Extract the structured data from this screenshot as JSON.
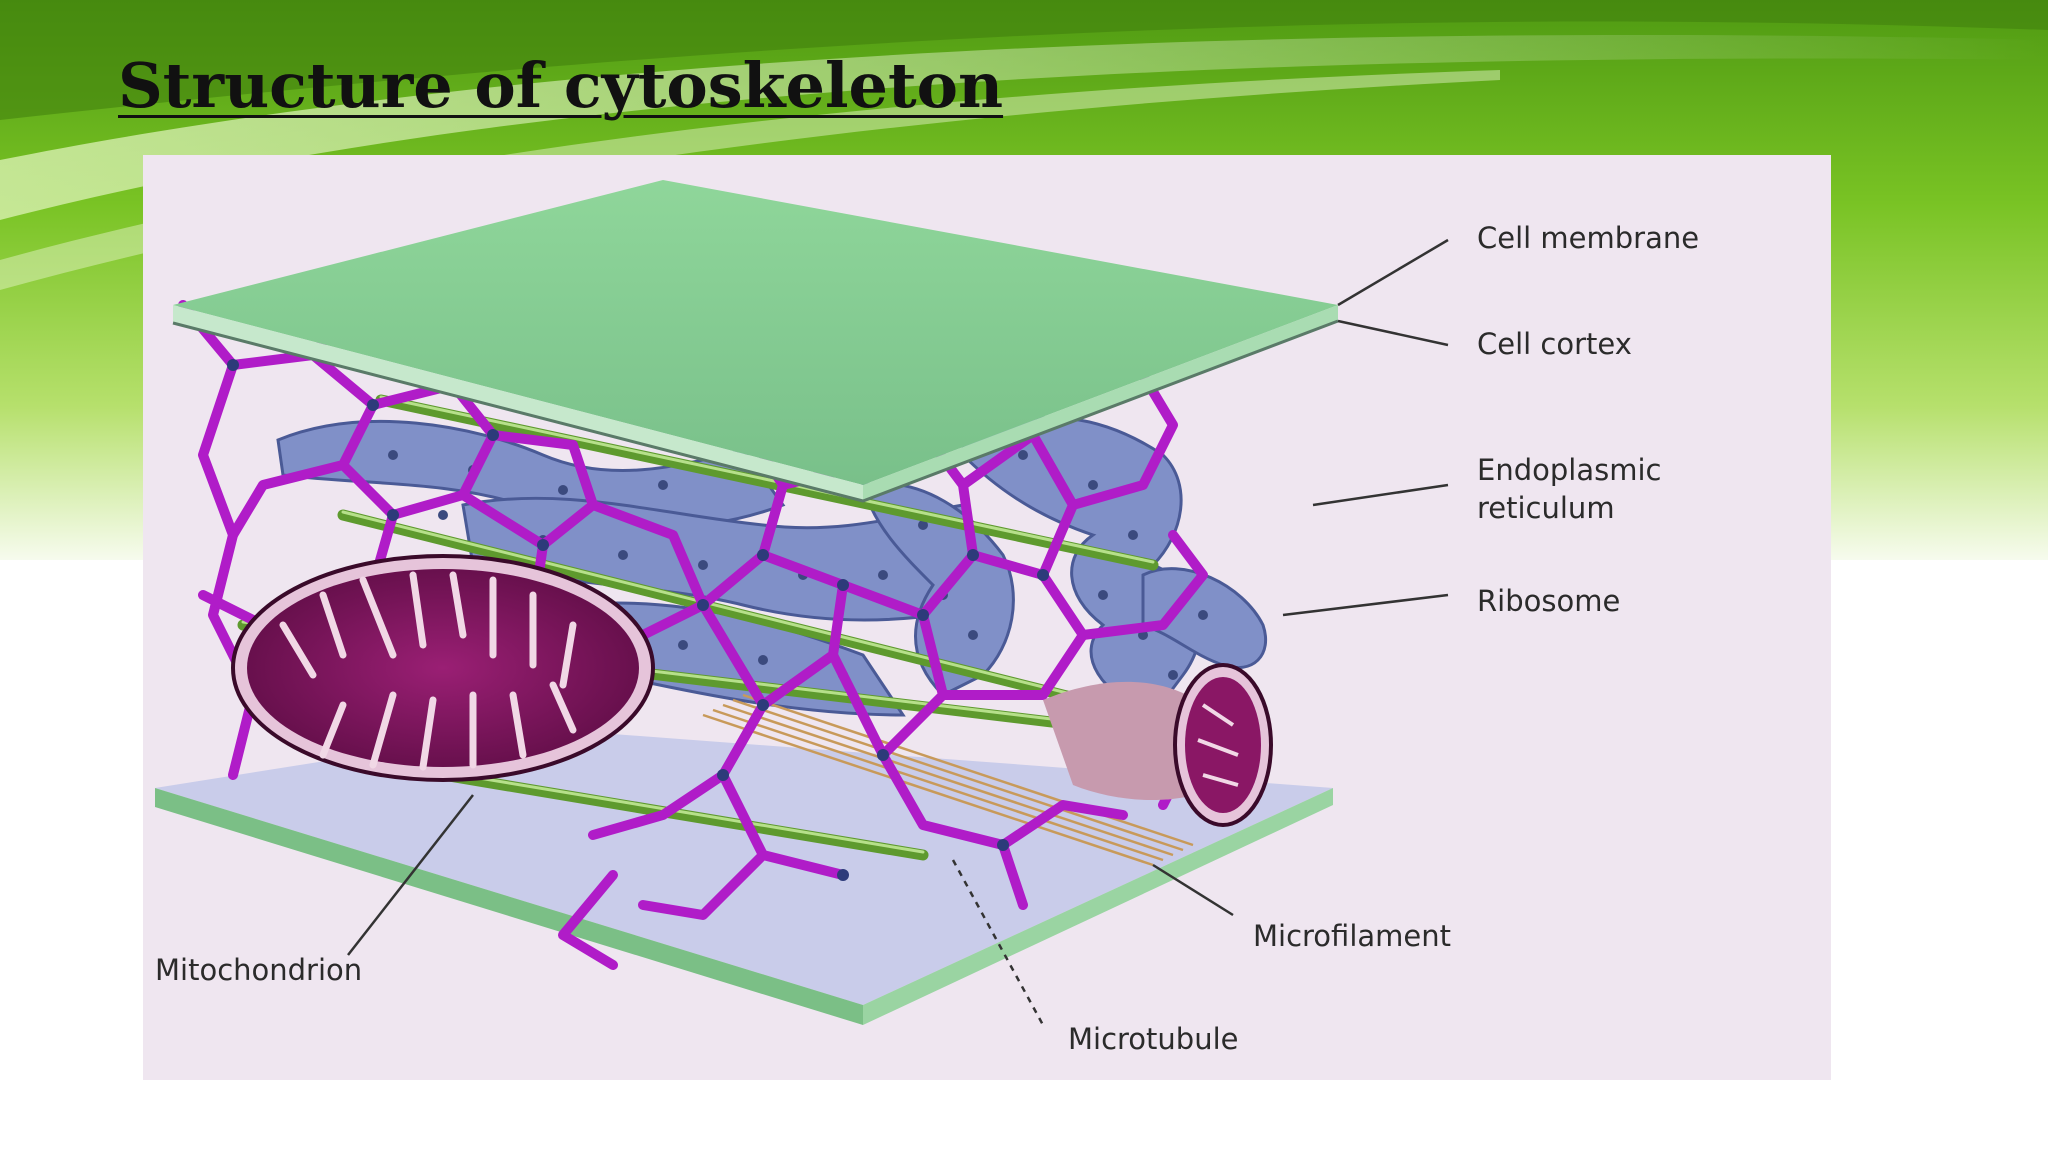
{
  "slide": {
    "title": "Structure of cytoskeleton"
  },
  "diagram": {
    "labels": {
      "cell_membrane": "Cell membrane",
      "cell_cortex": "Cell cortex",
      "endoplasmic_reticulum_line1": "Endoplasmic",
      "endoplasmic_reticulum_line2": "reticulum",
      "ribosome": "Ribosome",
      "microfilament": "Microfilament",
      "microtubule": "Microtubule",
      "mitochondrion": "Mitochondrion"
    },
    "colors": {
      "membrane": "#8fd69a",
      "intermediate_filaments": "#b01cc8",
      "microtubules": "#5e9a2e",
      "endoplasmic_reticulum": "#7f8fc8",
      "mitochondrion": "#7a1458",
      "background": "#efe6f0"
    }
  }
}
